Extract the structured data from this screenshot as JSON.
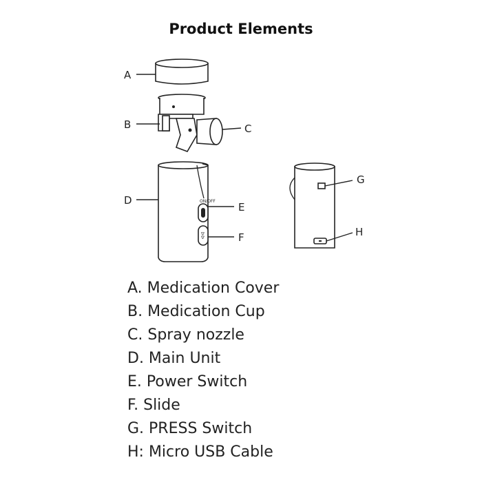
{
  "title": "Product Elements",
  "labels": {
    "a": "A",
    "b": "B",
    "c": "C",
    "d": "D",
    "e": "E",
    "f": "F",
    "g": "G",
    "h": "H"
  },
  "device_text": {
    "power_switch": "ON/OFF",
    "slide": "ᐅᐅ"
  },
  "legend": [
    "A. Medication Cover",
    "B. Medication Cup",
    "C. Spray nozzle",
    "D. Main Unit",
    "E. Power Switch",
    "F. Slide",
    "G. PRESS Switch",
    "H: Micro USB Cable"
  ],
  "colors": {
    "ink": "#222222",
    "background": "#ffffff"
  }
}
